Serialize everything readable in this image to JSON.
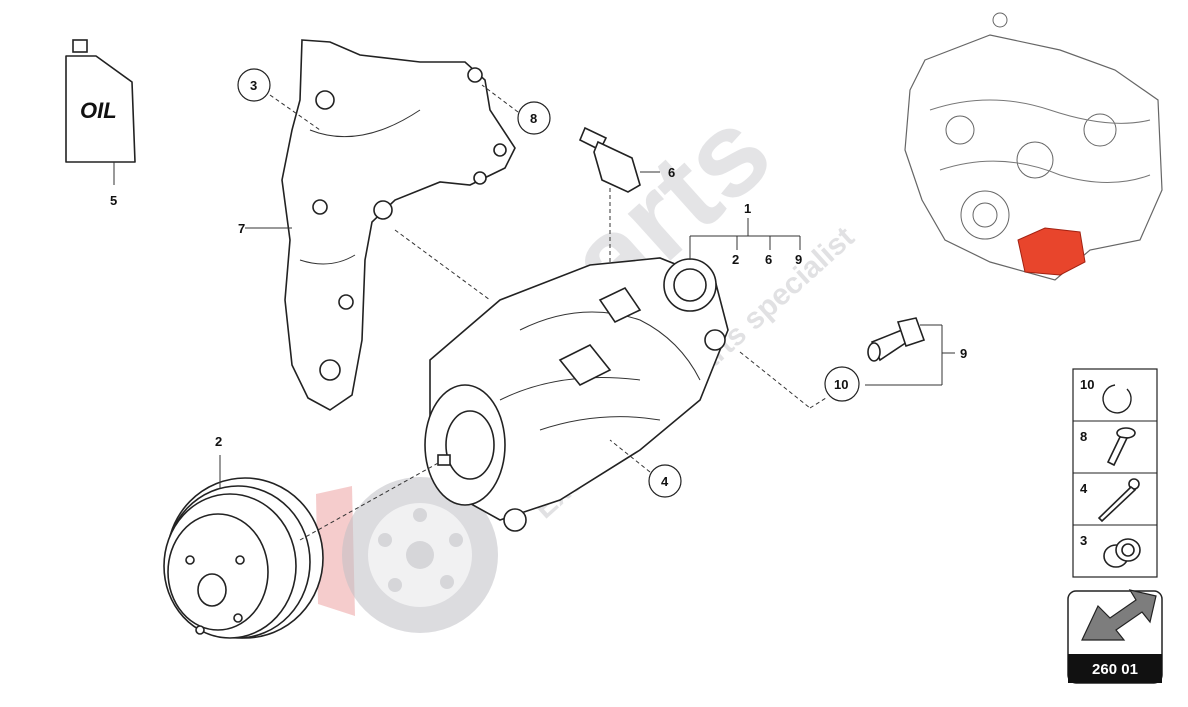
{
  "oil_can": {
    "text": "OIL",
    "callout": "5"
  },
  "callouts": {
    "c1": "1",
    "c2a": "2",
    "c6a": "6",
    "c9a": "9",
    "c2": "2",
    "c3": "3",
    "c4": "4",
    "c6": "6",
    "c7": "7",
    "c8": "8",
    "c9": "9",
    "c10": "10"
  },
  "legend": [
    {
      "number": "10",
      "icon": "circlip-icon"
    },
    {
      "number": "8",
      "icon": "stud-bolt-icon"
    },
    {
      "number": "4",
      "icon": "long-bolt-icon"
    },
    {
      "number": "3",
      "icon": "bushing-icon"
    }
  ],
  "nav": {
    "code": "260 01",
    "icon": "arrow-icon"
  },
  "watermark": {
    "brand": "parts",
    "tagline": "Exclusive car parts specialist"
  },
  "colors": {
    "highlight": "#e8452c",
    "line": "#222222",
    "watermark": "#bfc0c4"
  }
}
